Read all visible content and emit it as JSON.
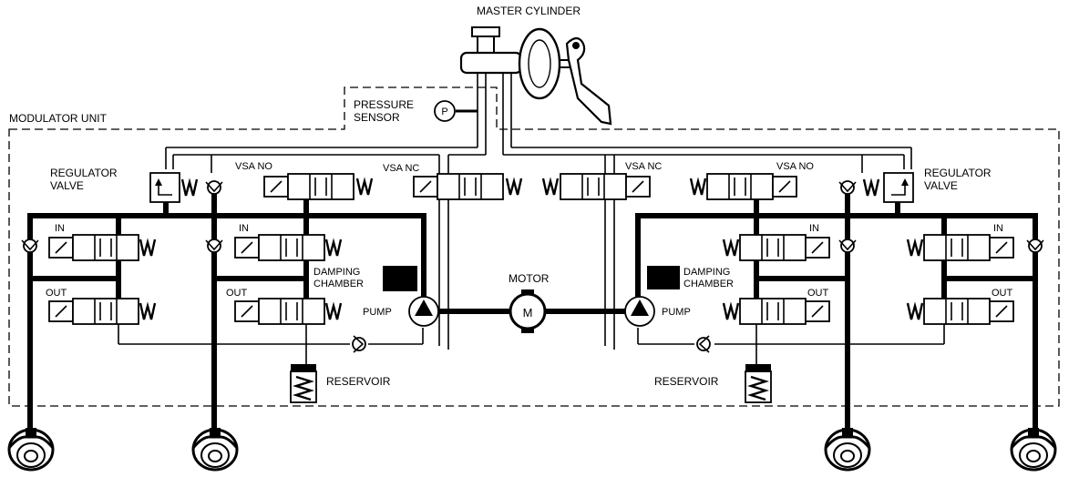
{
  "labels": {
    "master_cylinder": "MASTER CYLINDER",
    "pressure": "PRESSURE",
    "sensor": "SENSOR",
    "pressure_symbol": "P",
    "modulator_unit": "MODULATOR UNIT",
    "regulator": "REGULATOR",
    "valve": "VALVE",
    "vsa_no": "VSA NO",
    "vsa_nc": "VSA NC",
    "in": "IN",
    "out": "OUT",
    "damping": "DAMPING",
    "chamber": "CHAMBER",
    "pump": "PUMP",
    "motor": "MOTOR",
    "motor_symbol": "M",
    "reservoir": "RESERVOIR"
  },
  "colors": {
    "line": "#000000",
    "background": "#ffffff"
  }
}
